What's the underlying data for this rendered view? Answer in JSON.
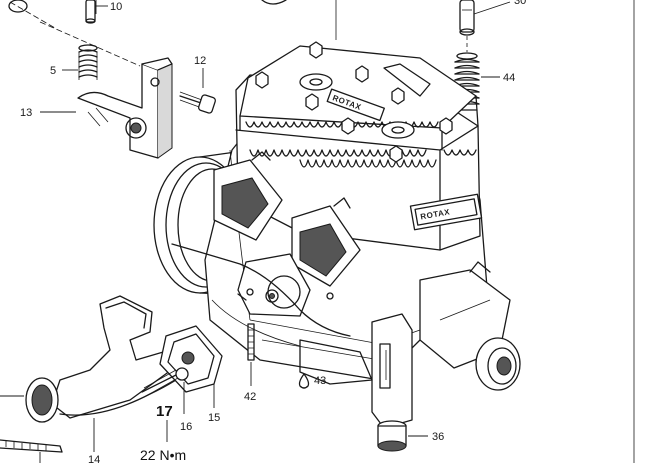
{
  "callouts": {
    "c10": "10",
    "c30": "30",
    "c5": "5",
    "c12": "12",
    "c44": "44",
    "c13": "13",
    "c14": "14",
    "c15": "15",
    "c16": "16",
    "c17": "17",
    "c36": "36",
    "c42": "42",
    "c43": "43"
  },
  "torque": {
    "value_bold": "17",
    "spec": "22 N•m"
  },
  "cover_text": "ROTAX",
  "head_text": "ROTAX"
}
